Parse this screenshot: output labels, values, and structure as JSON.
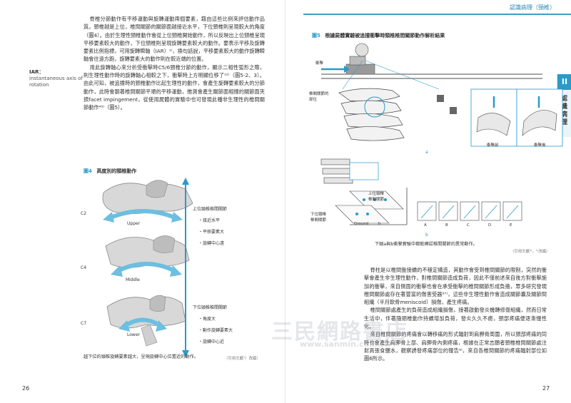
{
  "header": {
    "section": "認識病理（頸椎）",
    "side_tab_number": "II",
    "side_tab_text": "認識病理"
  },
  "left_page": {
    "paragraph1": "脊椎分節動作有平移運動與旋轉運動兩個要素，藉由這些比例來評估動作品質。頸椎越是上位，椎間關節的關節面越接近水平，下位頸椎則呈現較大的角度（圖4）。由於生理性頸椎動作會從上位頸椎開始動作，所以反映出上位頸椎呈現平移要素較大的動作，下位頸椎則呈現旋轉要素較大的動作。要表示平移及旋轉要素比例指標，可用旋轉瞬軸（IAR）¹⁾，換句話說，平移要素較大的動作旋轉瞬軸會往遠方跑，旋轉要素大的動作則在較近端的位置。",
    "paragraph2": "用此旋轉軸心來分析受衝擊時C5/6頸椎分節的動作，顯示二相性弧形之際，則生理性動作時的旋轉軸心相較之下，衝擊時上方明顯位移了¹²⁾（圖5-2、3）。由此可知，被追撞時的頸椎動作比起生理性的動作，會產生旋轉要素較大的分節動作，此時會朝著椎間關節平順的平移運動，推測會產生關節面相撞的關節面夾擠facet impingement，從使用屍體的實驗中也可發現此種非生理性的椎間關節動作⁴⁵⁾（圖5）。",
    "gloss_term": "IAR：",
    "gloss_def": "instantaneous axis of rotation",
    "fig4_tag": "圖4",
    "fig4_title": "高度別的頸椎動作",
    "fig4_labels": {
      "c2": "C2",
      "c4": "C4",
      "c7": "C7",
      "upper": "Upper",
      "middle": "Middle",
      "lower": "Lower"
    },
    "upper_group_title": "上位頸椎椎間關節",
    "upper_items": [
      "・接近水平",
      "・平移要素大",
      "・旋轉中心遠"
    ],
    "lower_group_title": "下位頸椎椎間關節",
    "lower_items": [
      "・角度大",
      "・動作旋轉要素大",
      "・旋轉中心近"
    ],
    "fig4_caption": "越下位的頸椎旋轉要素越大，呈現旋轉中心位置近的動作。",
    "fig4_source": "（引用文獻¹）改編）",
    "page_number": "26"
  },
  "right_page": {
    "fig5_tag": "圖5",
    "fig5_title": "根據屍體實驗被追撞衝擊時頸椎椎間關節動作解析結果",
    "fig5_labels": {
      "impact": "衝擊",
      "facet_joint": "椎間關節的\n部位",
      "impact_left": "衝擊前",
      "impact_right": "衝擊後",
      "a": "a",
      "b": "b",
      "upper_facet": "上位頸椎\n椎間關節",
      "lower_facet": "下位頸椎\n椎間關節",
      "ground": "Ground",
      "ground_h": "h",
      "panels": [
        "A",
        "B",
        "C",
        "D",
        "E"
      ]
    },
    "fig5_caption": "下頸a與b衝撃實驗中都能確認椎間關節的異常動作。",
    "fig5_source": "（引用文獻⁴⁾，⁵⁾改編）",
    "paragraph1": "脊柱是以椎間盤接續的不穩定構造，其動作會受到椎間關節的限制，突然的衝擊會產生非生理性動作，對椎間關節造成負荷，因此不僅前述來自後方對衝擊施加的衝擊，來自側面的衝擊也會在承受衝擊的椎間關節形成負擔，眾多研究發現椎間關節處存在著豐富的傷害受器⁶⁷⁾，這些非生理性動作會造成關節囊及關節間組織（半月軟骨meniscoid）損傷，產生疼痛。",
    "paragraph2": "椎間關節處產生的負荷造成組織損傷，接著啟動發炎機轉修復組織，然而日常生活中，伴著隨頭椎動作持續增加負荷，發炎久久不癒，頸部疼痛便逐漸慢性化。",
    "paragraph3": "來自椎間關節的疼痛會以轉移痛的形式輻射到肩胛骨周圍，所以頸部疼痛的同時也會產生肩胛骨上部、肩胛骨內側疼痛，根據在正常志願者頸椎椎間關節處注射高張食鹽水，觀察誘發疼痛部位的報告⁸⁾，來自各椎間關節的疼痛輻射部位如圖6所示。",
    "page_number": "27"
  },
  "watermark": {
    "main": "三民網路書店",
    "url": "www.sanmin.com.tw"
  },
  "colors": {
    "accent": "#2a9ac8",
    "arrow_blue": "#5fb8dc"
  }
}
